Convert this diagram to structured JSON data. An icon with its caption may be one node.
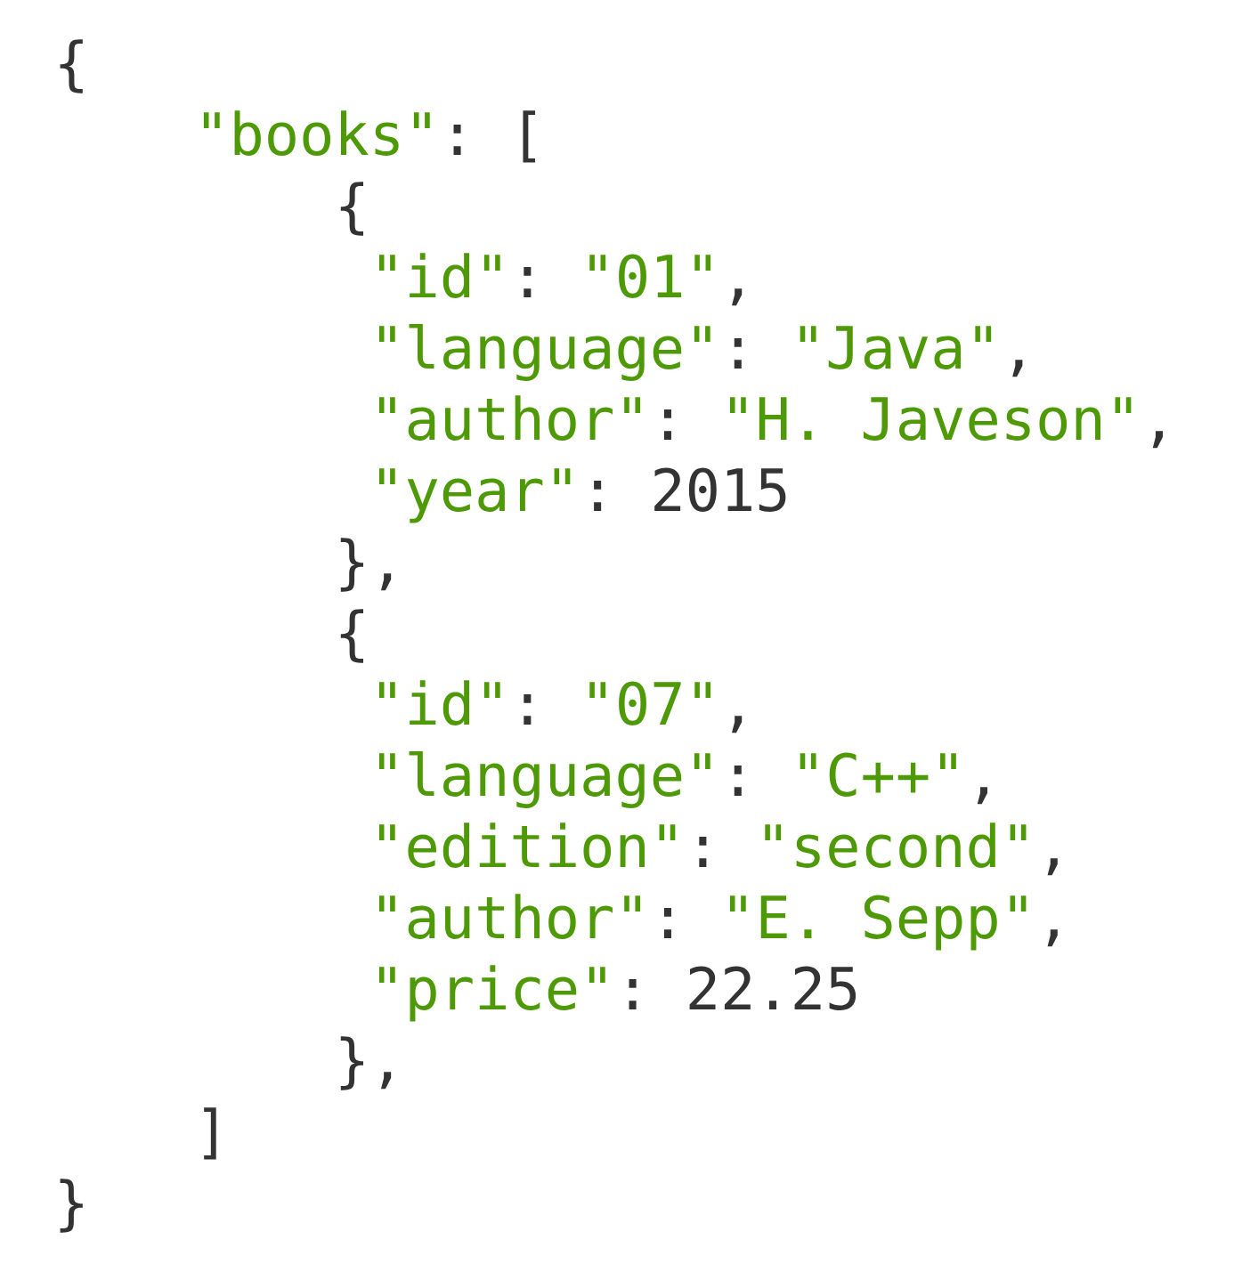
{
  "diagram": {
    "labels": [
      "{",
      "\"books\"",
      ":",
      "[",
      "{",
      "\"id\"",
      ":",
      "\"01\"",
      ",",
      "\"language\"",
      ":",
      "\"Java\"",
      ",",
      "\"author\"",
      ":",
      "\"H. Javeson\"",
      ",",
      "\"year\"",
      ":",
      "2015",
      "}",
      ",",
      "{",
      "\"id\"",
      ":",
      "\"07\"",
      ",",
      "\"language\"",
      ":",
      "\"C++\"",
      ",",
      "\"edition\"",
      ":",
      "\"second\"",
      ",",
      "\"author\"",
      ":",
      "\"E. Sepp\"",
      ",",
      "\"price\"",
      ":",
      "22.25",
      "}",
      ",",
      "]",
      "}"
    ]
  }
}
